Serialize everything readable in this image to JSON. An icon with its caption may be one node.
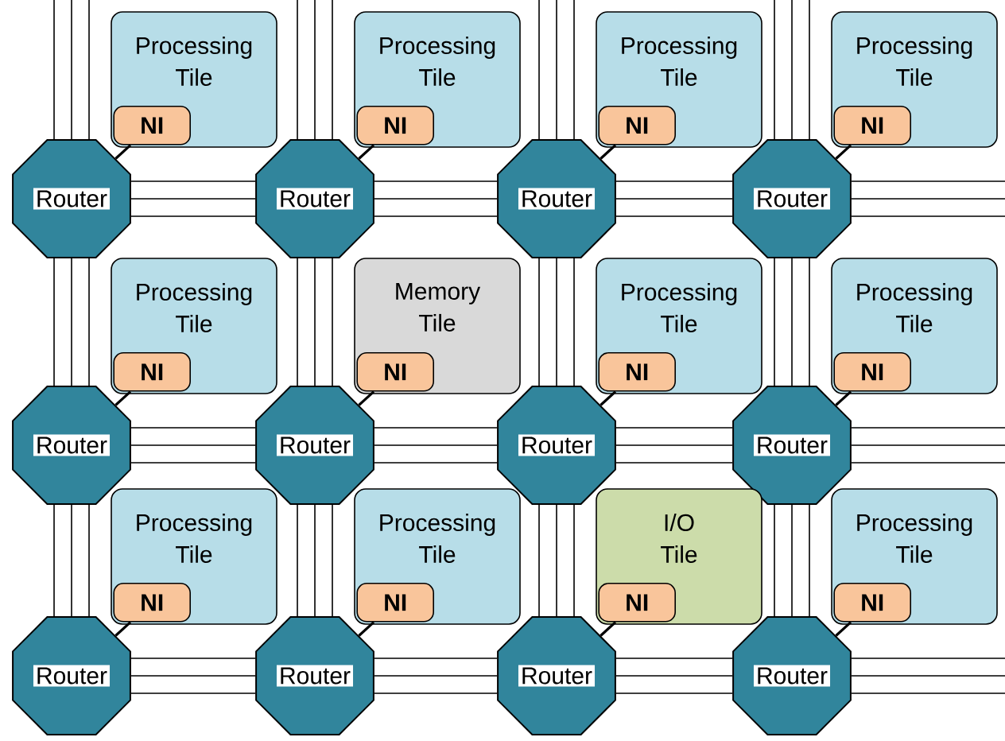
{
  "diagram": {
    "nodes": [
      {
        "text": [
          "Processing Tile"
        ]
      },
      {
        "text": [
          "NI"
        ],
        "in": 0
      },
      {
        "text": [
          "Processing Tile"
        ]
      },
      {
        "text": [
          "NI"
        ],
        "in": 2
      },
      {
        "text": [
          "Processing Tile"
        ]
      },
      {
        "text": [
          "NI"
        ],
        "in": 4
      },
      {
        "text": [
          "Processing Tile"
        ]
      },
      {
        "text": [
          "NI"
        ],
        "in": 6
      },
      {
        "text": [
          "Router"
        ]
      },
      {
        "text": [
          "Router"
        ]
      },
      {
        "text": [
          "Router"
        ]
      },
      {
        "text": [
          "Router"
        ]
      },
      {
        "text": [
          "Processing Tile"
        ]
      },
      {
        "text": [
          "NI"
        ],
        "in": 12
      },
      {
        "text": [
          "Memory Tile"
        ]
      },
      {
        "text": [
          "NI"
        ],
        "in": 14
      },
      {
        "text": [
          "Processing Tile"
        ]
      },
      {
        "text": [
          "NI"
        ],
        "in": 16
      },
      {
        "text": [
          "Processing Tile"
        ]
      },
      {
        "text": [
          "NI"
        ],
        "in": 18
      },
      {
        "text": [
          "Router"
        ]
      },
      {
        "text": [
          "Router"
        ]
      },
      {
        "text": [
          "Router"
        ]
      },
      {
        "text": [
          "Router"
        ]
      },
      {
        "text": [
          "Processing Tile"
        ]
      },
      {
        "text": [
          "NI"
        ],
        "in": 24
      },
      {
        "text": [
          "Processing Tile"
        ]
      },
      {
        "text": [
          "NI"
        ],
        "in": 26
      },
      {
        "text": [
          "I/O Tile"
        ]
      },
      {
        "text": [
          "NI"
        ],
        "in": 28
      },
      {
        "text": [
          "Processing Tile"
        ]
      },
      {
        "text": [
          "NI"
        ],
        "in": 30
      },
      {
        "text": [
          "Router"
        ]
      },
      {
        "text": [
          "Router"
        ]
      },
      {
        "text": [
          "Router"
        ]
      },
      {
        "text": [
          "Router"
        ]
      }
    ],
    "edges": [
      {
        "from": 1,
        "to": 8,
        "arrow": "none"
      },
      {
        "from": 3,
        "to": 9,
        "arrow": "none"
      },
      {
        "from": 5,
        "to": 10,
        "arrow": "none"
      },
      {
        "from": 7,
        "to": 11,
        "arrow": "none"
      },
      {
        "from": 13,
        "to": 20,
        "arrow": "none"
      },
      {
        "from": 15,
        "to": 21,
        "arrow": "none"
      },
      {
        "from": 17,
        "to": 22,
        "arrow": "none"
      },
      {
        "from": 19,
        "to": 23,
        "arrow": "none"
      },
      {
        "from": 25,
        "to": 32,
        "arrow": "none"
      },
      {
        "from": 27,
        "to": 33,
        "arrow": "none"
      },
      {
        "from": 29,
        "to": 34,
        "arrow": "none"
      },
      {
        "from": 31,
        "to": 35,
        "arrow": "none"
      },
      {
        "from": 8,
        "to": 9,
        "arrow": "none"
      },
      {
        "from": 9,
        "to": 10,
        "arrow": "none"
      },
      {
        "from": 10,
        "to": 11,
        "arrow": "none"
      },
      {
        "from": 20,
        "to": 21,
        "arrow": "none"
      },
      {
        "from": 21,
        "to": 22,
        "arrow": "none"
      },
      {
        "from": 22,
        "to": 23,
        "arrow": "none"
      },
      {
        "from": 32,
        "to": 33,
        "arrow": "none"
      },
      {
        "from": 33,
        "to": 34,
        "arrow": "none"
      },
      {
        "from": 34,
        "to": 35,
        "arrow": "none"
      },
      {
        "from": 8,
        "to": 20,
        "arrow": "none"
      },
      {
        "from": 9,
        "to": 21,
        "arrow": "none"
      },
      {
        "from": 10,
        "to": 22,
        "arrow": "none"
      },
      {
        "from": 11,
        "to": 23,
        "arrow": "none"
      },
      {
        "from": 20,
        "to": 32,
        "arrow": "none"
      },
      {
        "from": 21,
        "to": 33,
        "arrow": "none"
      },
      {
        "from": 22,
        "to": 34,
        "arrow": "none"
      },
      {
        "from": 23,
        "to": 35,
        "arrow": "none"
      },
      {
        "from": null,
        "to": 8,
        "arrow": "none"
      },
      {
        "from": null,
        "to": 9,
        "arrow": "none"
      },
      {
        "from": null,
        "to": 10,
        "arrow": "none"
      },
      {
        "from": null,
        "to": 11,
        "arrow": "none"
      },
      {
        "from": 11,
        "to": null,
        "arrow": "none"
      },
      {
        "from": 23,
        "to": null,
        "arrow": "none"
      },
      {
        "from": 35,
        "to": null,
        "arrow": "none"
      }
    ]
  }
}
